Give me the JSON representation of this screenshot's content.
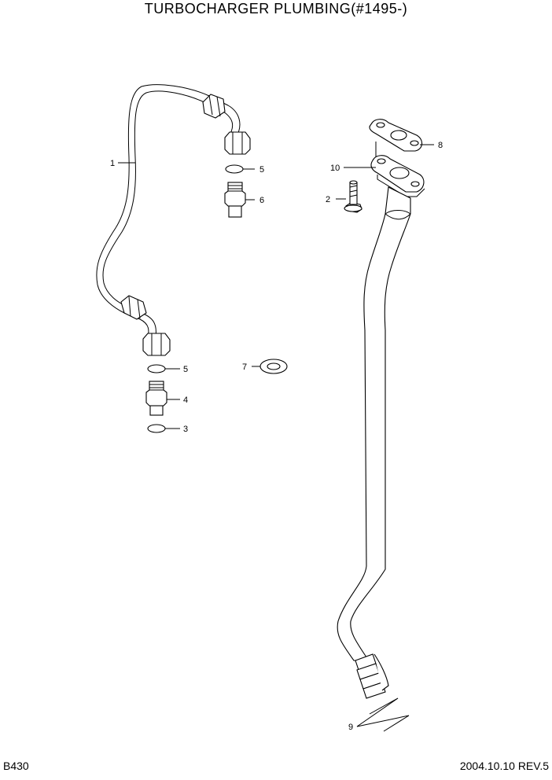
{
  "title": "TURBOCHARGER PLUMBING(#1495-)",
  "page_code": "B430",
  "revision": "2004.10.10  REV.5",
  "callouts": {
    "c1": "1",
    "c2": "2",
    "c3": "3",
    "c4": "4",
    "c5a": "5",
    "c5b": "5",
    "c6": "6",
    "c7": "7",
    "c8": "8",
    "c9": "9",
    "c10": "10"
  }
}
